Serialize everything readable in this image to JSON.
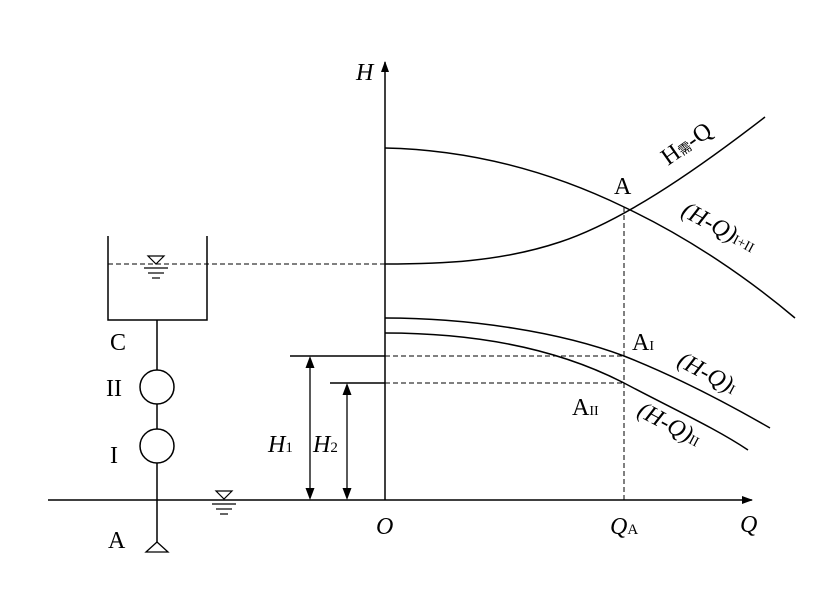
{
  "axes": {
    "h_label": "H",
    "q_label": "Q",
    "origin_label": "O",
    "qa_label": "Q",
    "qa_sub": "A"
  },
  "curves": {
    "required": {
      "main": "H",
      "sub": "需",
      "tail": "-Q"
    },
    "combined": {
      "main": "(H-Q)",
      "sub": "I+II"
    },
    "pump1": {
      "main": "(H-Q)",
      "sub": "I"
    },
    "pump2": {
      "main": "(H-Q)",
      "sub": "II"
    }
  },
  "points": {
    "a": "A",
    "a1_main": "A",
    "a1_sub": "I",
    "a2_main": "A",
    "a2_sub": "II"
  },
  "heights": {
    "h1_main": "H",
    "h1_sub": "1",
    "h2_main": "H",
    "h2_sub": "2"
  },
  "system": {
    "tank_label": "C",
    "pump2_label": "II",
    "pump1_label": "I",
    "base_label": "A"
  }
}
